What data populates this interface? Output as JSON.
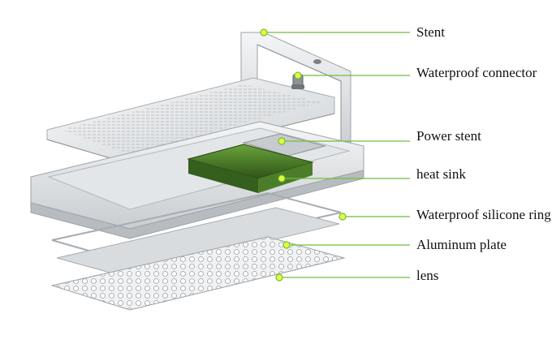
{
  "labels": {
    "stent": "Stent",
    "waterproof_connector": "Waterproof connector",
    "power_stent": "Power stent",
    "heat_sink": "heat sink",
    "waterproof_silicone_ring": "Waterproof silicone ring",
    "aluminum_plate": "Aluminum plate",
    "lens": "lens"
  },
  "colors": {
    "leader_line": "#6fbf3a",
    "dot_fill": "#e6ff3a",
    "metal": "#d7dadd",
    "metal_dark": "#a9aeb3",
    "heat_sink": "#3f6d22"
  }
}
